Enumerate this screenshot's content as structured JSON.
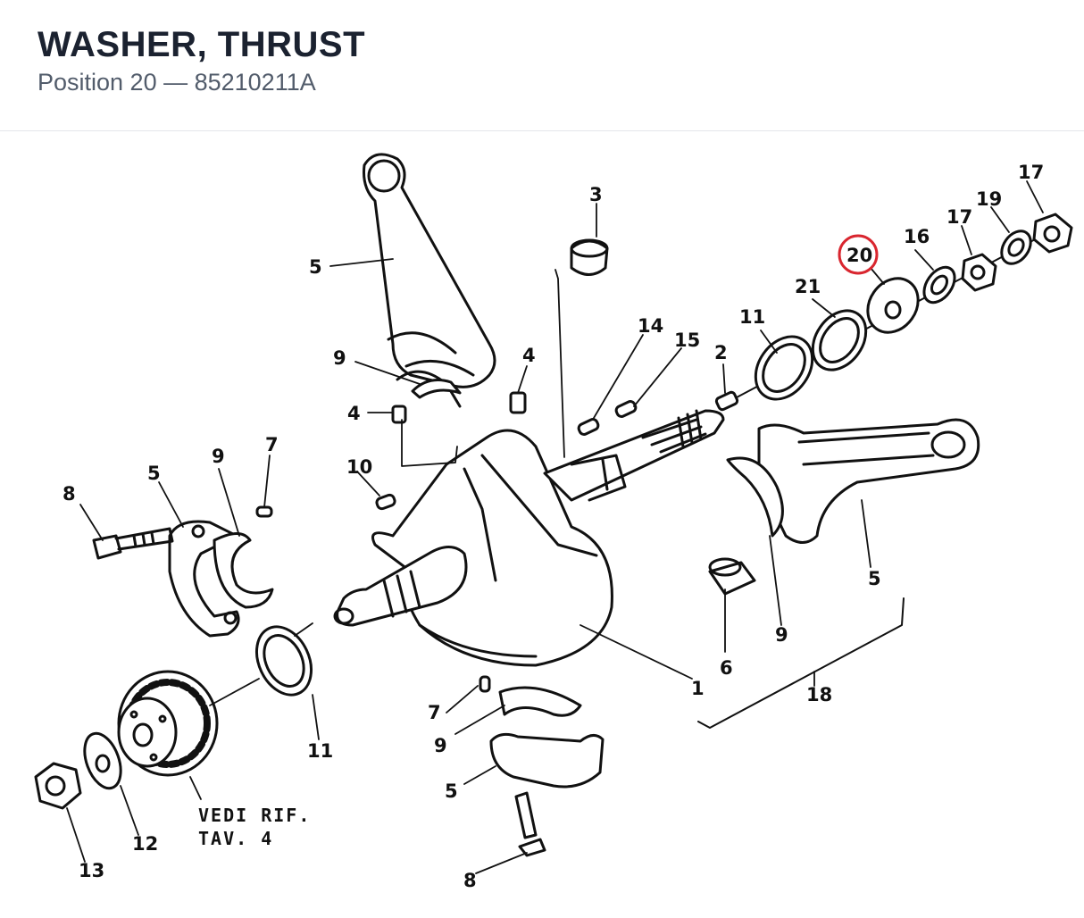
{
  "header": {
    "title": "WASHER, THRUST",
    "subtitle": "Position 20 — 85210211A"
  },
  "colors": {
    "highlight": "#d9262f",
    "ink": "#111111"
  },
  "diagram": {
    "highlighted_callout": "20",
    "callouts": [
      "3",
      "5",
      "9",
      "4",
      "4",
      "10",
      "7",
      "9",
      "5",
      "8",
      "14",
      "15",
      "2",
      "11",
      "21",
      "20",
      "16",
      "17",
      "19",
      "17",
      "5",
      "9",
      "6",
      "18",
      "1",
      "11",
      "7",
      "9",
      "5",
      "8",
      "12",
      "13"
    ],
    "note_line1": "VEDI RIF.",
    "note_line2": "TAV. 4"
  }
}
